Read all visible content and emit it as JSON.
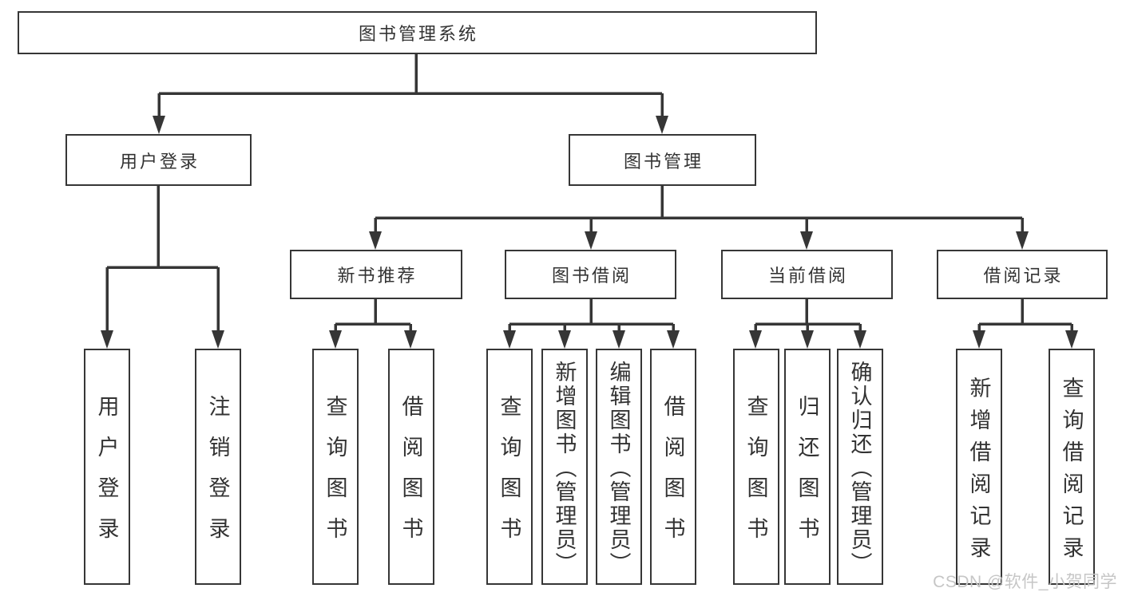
{
  "diagram": {
    "root": {
      "label": "图书管理系统"
    },
    "children": [
      {
        "label": "用户登录",
        "children": [
          {
            "label": "用户登录"
          },
          {
            "label": "注销登录"
          }
        ]
      },
      {
        "label": "图书管理",
        "children": [
          {
            "label": "新书推荐",
            "children": [
              {
                "label": "查询图书"
              },
              {
                "label": "借阅图书"
              }
            ]
          },
          {
            "label": "图书借阅",
            "children": [
              {
                "label": "查询图书"
              },
              {
                "label": "新增图书（管理员）"
              },
              {
                "label": "编辑图书（管理员）"
              },
              {
                "label": "借阅图书"
              }
            ]
          },
          {
            "label": "当前借阅",
            "children": [
              {
                "label": "查询图书"
              },
              {
                "label": "归还图书"
              },
              {
                "label": "确认归还（管理员）"
              }
            ]
          },
          {
            "label": "借阅记录",
            "children": [
              {
                "label": "新增借阅记录"
              },
              {
                "label": "查询借阅记录"
              }
            ]
          }
        ]
      }
    ]
  },
  "watermark": {
    "text": "CSDN @软件_小贺同学"
  },
  "colors": {
    "line": "#363636",
    "text": "#333333",
    "watermark_text": "#c6c6c6",
    "background": "#ffffff"
  }
}
